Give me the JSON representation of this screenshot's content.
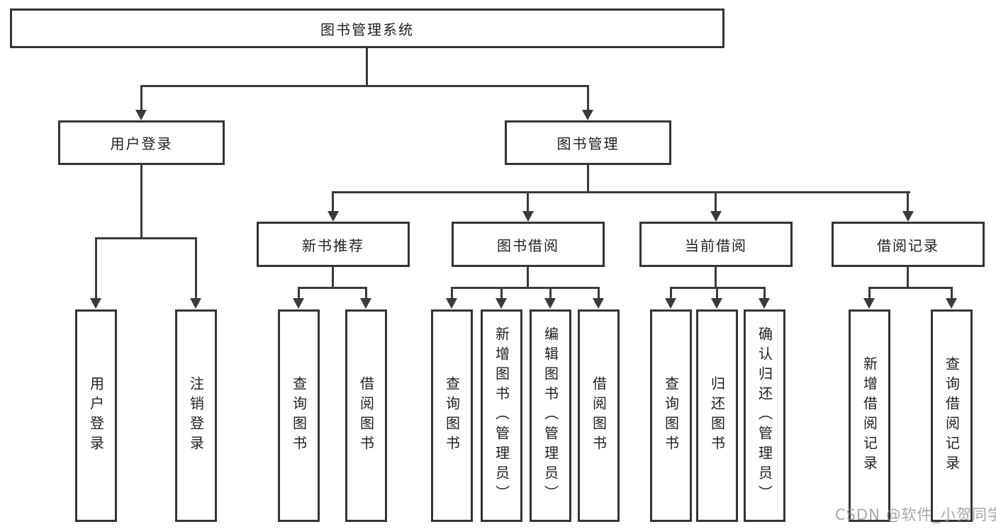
{
  "diagram": {
    "root": {
      "label": "图书管理系统"
    },
    "level2": [
      {
        "label": "用户登录"
      },
      {
        "label": "图书管理"
      }
    ],
    "level3": [
      {
        "label": "新书推荐"
      },
      {
        "label": "图书借阅"
      },
      {
        "label": "当前借阅"
      },
      {
        "label": "借阅记录"
      }
    ],
    "leaves": {
      "user_login": [
        {
          "label": "用户登录"
        },
        {
          "label": "注销登录"
        }
      ],
      "new_books": [
        {
          "label": "查询图书"
        },
        {
          "label": "借阅图书"
        }
      ],
      "book_borrow": [
        {
          "label": "查询图书"
        },
        {
          "label": "新增图书（管理员）"
        },
        {
          "label": "编辑图书（管理员）"
        },
        {
          "label": "借阅图书"
        }
      ],
      "current_borrow": [
        {
          "label": "查询图书"
        },
        {
          "label": "归还图书"
        },
        {
          "label": "确认归还（管理员）"
        }
      ],
      "borrow_records": [
        {
          "label": "新增借阅记录"
        },
        {
          "label": "查询借阅记录"
        }
      ]
    },
    "watermark": "CSDN @软件_小贺同学",
    "colors": {
      "line": "#3a3a3a",
      "box_border": "#343434",
      "text": "#1f1f1f",
      "watermark": "#919191",
      "background": "#ffffff"
    }
  }
}
